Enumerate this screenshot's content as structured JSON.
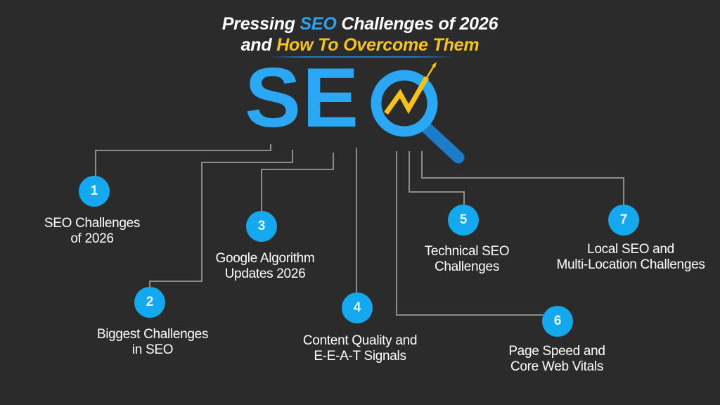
{
  "title": {
    "line1_pre": "Pressing ",
    "line1_highlight": "SEO",
    "line1_post": " Challenges of 2026",
    "line2_pre": "and ",
    "line2_highlight": "How To Overcome Them"
  },
  "logo": {
    "letters": "SE",
    "q_icon": "magnifier-with-growth-chart-icon"
  },
  "colors": {
    "background": "#2b2b2b",
    "accent_blue": "#2aa4f2",
    "accent_yellow": "#f6c31b",
    "badge_blue": "#14a9ef",
    "connector_gray": "#8c8c8c",
    "text": "#ffffff"
  },
  "items": [
    {
      "number": "1",
      "line1": "SEO Challenges",
      "line2": "of 2026"
    },
    {
      "number": "2",
      "line1": "Biggest Challenges",
      "line2": "in SEO"
    },
    {
      "number": "3",
      "line1": "Google Algorithm",
      "line2": "Updates 2026"
    },
    {
      "number": "4",
      "line1": "Content Quality and",
      "line2": "E-E-A-T Signals"
    },
    {
      "number": "5",
      "line1": "Technical SEO",
      "line2": "Challenges"
    },
    {
      "number": "6",
      "line1": "Page Speed and",
      "line2": "Core Web Vitals"
    },
    {
      "number": "7",
      "line1": "Local SEO and",
      "line2": "Multi-Location Challenges"
    }
  ]
}
